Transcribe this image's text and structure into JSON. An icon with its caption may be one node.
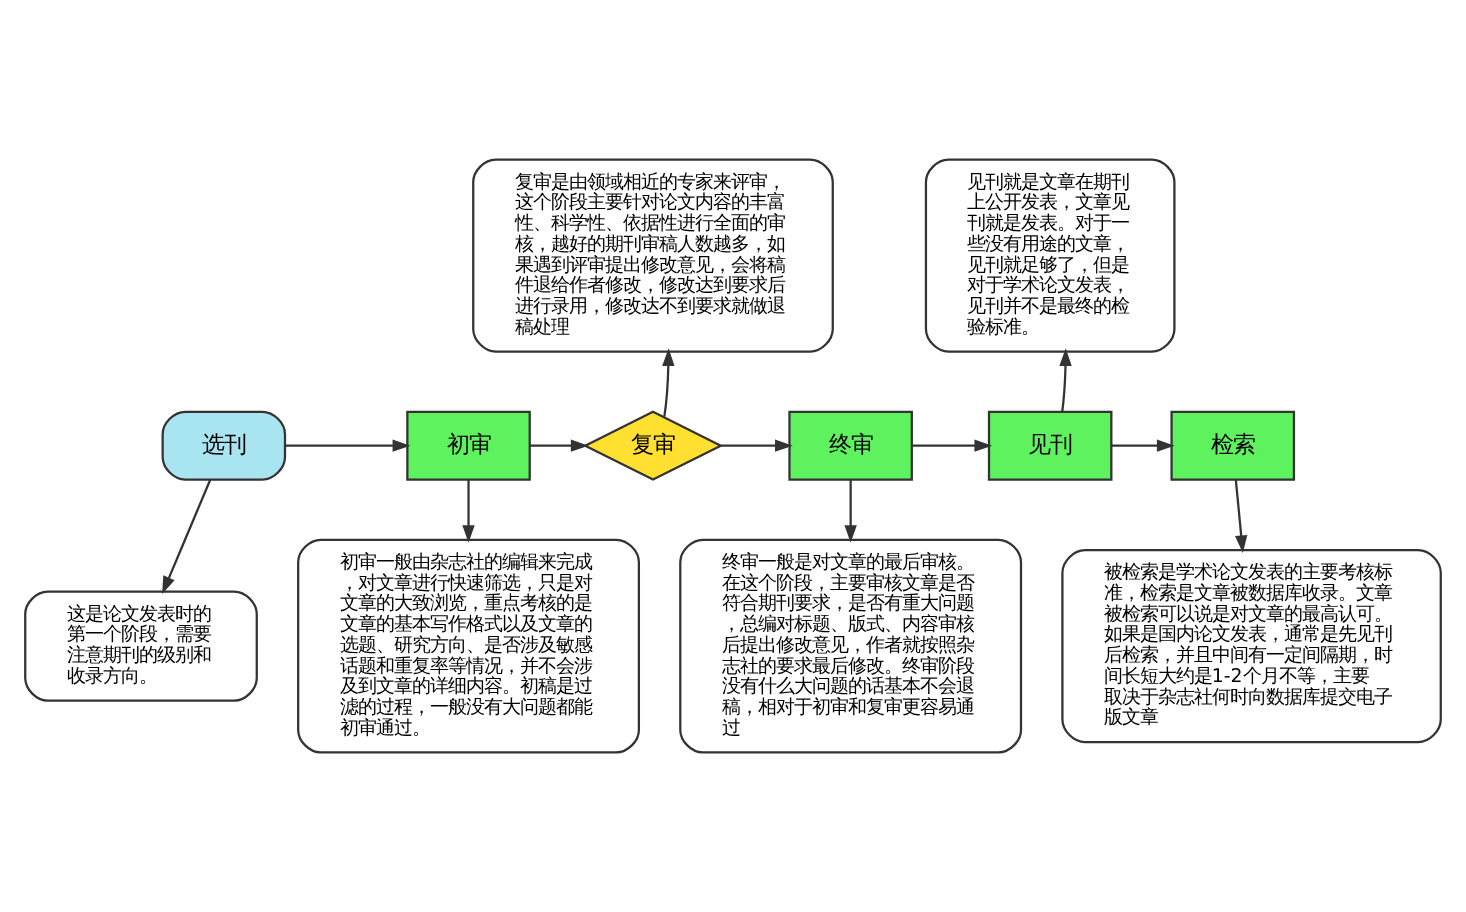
{
  "diagram": {
    "nodes": [
      {
        "text": [
          "选刊"
        ]
      },
      {
        "text": [
          "这是论文发表时的第一个阶段，需要注意期刊的级别和收录方向。"
        ]
      },
      {
        "text": [
          "初审"
        ]
      },
      {
        "text": [
          "初审一般由杂志社的编辑来完成，对文章进行快速筛选，只是对文章的大致浏览，重点考核的是文章的基本写作格式以及文章的选题、研究方向、是否涉及敏感话题和重复率等情况，并不会涉及到文章的详细内容。初稿是过滤的过程，一般没有大问题都能初审通过。"
        ]
      },
      {
        "text": [
          "复审"
        ]
      },
      {
        "text": [
          "复审是由领域相近的专家来评审，这个阶段主要针对论文内容的丰富性、科学性、依据性进行全面的审核，越好的期刊审稿人数越多，如果遇到评审提出修改意见，会将稿件退给作者修改，修改达到要求后进行录用，修改达不到要求就做退稿处理"
        ]
      },
      {
        "text": [
          "终审"
        ]
      },
      {
        "text": [
          "终审一般是对文章的最后审核。在这个阶段，主要审核文章是否符合期刊要求，是否有重大问题，总编对标题、版式、内容审核后提出修改意见，作者就按照杂志社的要求最后修改。终审阶段没有什么大问题的话基本不会退稿，相对于初审和复审更容易通过"
        ]
      },
      {
        "text": [
          "见刊"
        ]
      },
      {
        "text": [
          "见刊就是文章在期刊上公开发表，文章见刊就是发表。对于一些没有用途的文章，见刊就足够了，但是对于学术论文发表，见刊并不是最终的检验标准。"
        ]
      },
      {
        "text": [
          "检索"
        ]
      },
      {
        "text": [
          "被检索是学术论文发表的主要考核标准，检索是文章被数据库收录。文章被检索可以说是对文章的最高认可。如果是国内论文发表，通常是先见刊后检索，并且中间有一定间隔期，时间长短大约是1-2个月不等，主要取决于杂志社何时向数据库提交电子版文章"
        ]
      }
    ],
    "edges": [
      {
        "from": 0,
        "to": 2,
        "arrow": "to"
      },
      {
        "from": 0,
        "to": 1,
        "arrow": "to"
      },
      {
        "from": 2,
        "to": 4,
        "arrow": "to"
      },
      {
        "from": 2,
        "to": 3,
        "arrow": "to"
      },
      {
        "from": 4,
        "to": 6,
        "arrow": "to"
      },
      {
        "from": 4,
        "to": 5,
        "arrow": "to"
      },
      {
        "from": 6,
        "to": 8,
        "arrow": "to"
      },
      {
        "from": 6,
        "to": 7,
        "arrow": "to"
      },
      {
        "from": 8,
        "to": 10,
        "arrow": "to"
      },
      {
        "from": 8,
        "to": 9,
        "arrow": "to"
      },
      {
        "from": 10,
        "to": 11,
        "arrow": "to"
      }
    ]
  }
}
